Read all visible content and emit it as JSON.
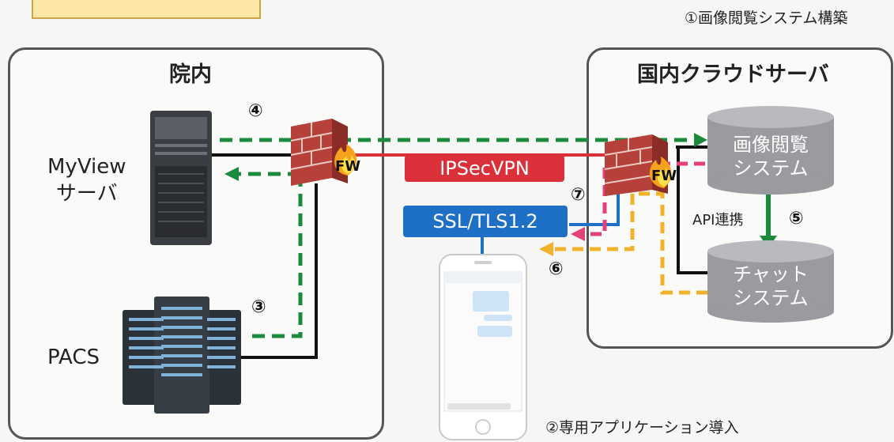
{
  "top_note": "①画像閲覧システム構築",
  "bottom_note": "②専用アプリケーション導入",
  "hospital": {
    "title": "院内",
    "server_label_1": "MyView",
    "server_label_2": "サーバ",
    "pacs_label": "PACS",
    "fw_label": "FW"
  },
  "cloud": {
    "title": "国内クラウドサーバ",
    "fw_label": "FW",
    "viewer_system_1": "画像閲覧",
    "viewer_system_2": "システム",
    "chat_system_1": "チャット",
    "chat_system_2": "システム",
    "api_label": "API連携"
  },
  "links": {
    "vpn_label": "IPSecVPN",
    "ssl_label": "SSL/TLS1.2"
  },
  "steps": {
    "s3": "③",
    "s4": "④",
    "s5": "⑤",
    "s6": "⑥",
    "s7": "⑦"
  },
  "colors": {
    "green": "#1a8a3c",
    "red": "#d9303a",
    "blue": "#1e6fc6",
    "pink": "#e4407c",
    "orange": "#f2b12b"
  }
}
